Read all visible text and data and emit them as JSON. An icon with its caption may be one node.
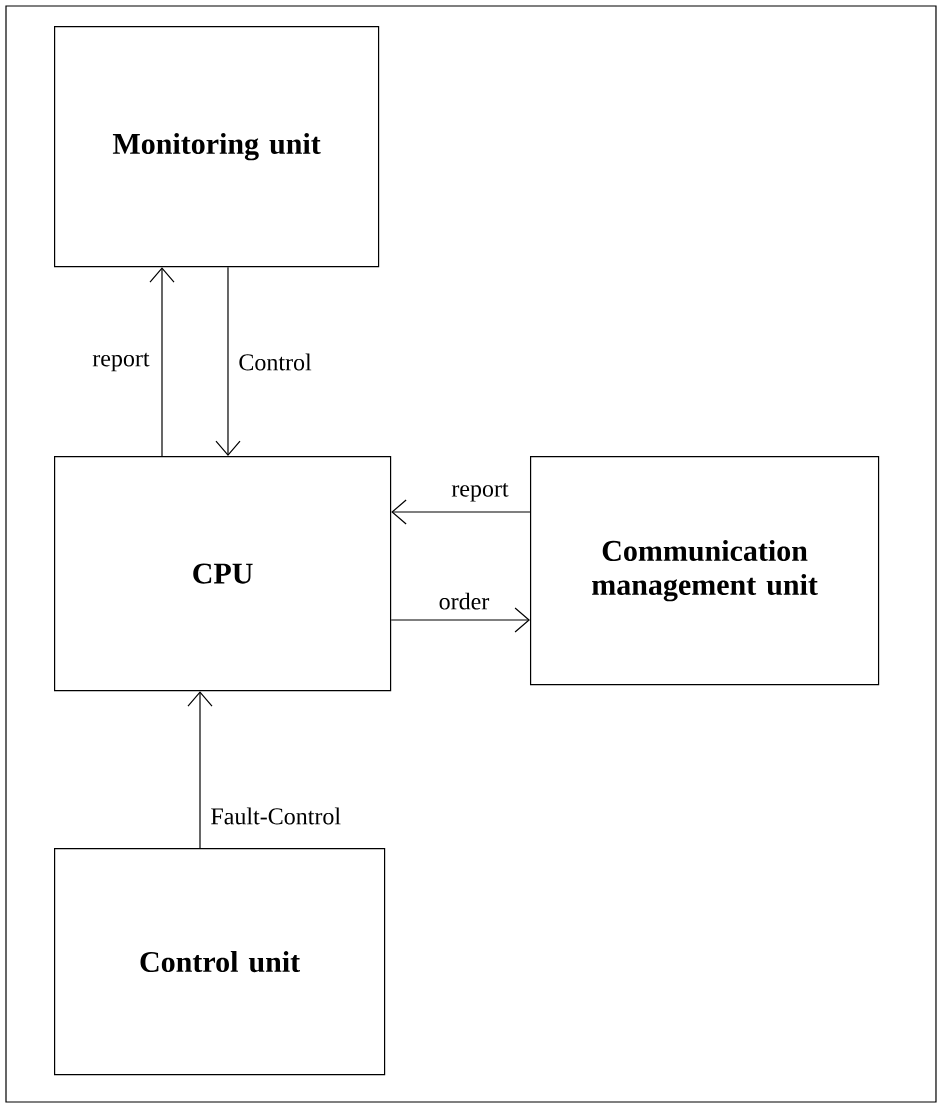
{
  "diagram": {
    "nodes": [
      {
        "text": [
          "Monitoring unit"
        ]
      },
      {
        "text": [
          "CPU"
        ]
      },
      {
        "text": [
          "Communication management unit"
        ]
      },
      {
        "text": [
          "Control unit"
        ]
      }
    ],
    "edges": [
      {
        "from": 1,
        "to": 0,
        "arrow": "to",
        "label": "report"
      },
      {
        "from": 0,
        "to": 1,
        "arrow": "to",
        "label": "Control"
      },
      {
        "from": 2,
        "to": 1,
        "arrow": "to",
        "label": "report"
      },
      {
        "from": 1,
        "to": 2,
        "arrow": "to",
        "label": "order"
      },
      {
        "from": 3,
        "to": 1,
        "arrow": "to",
        "label": "Fault-Control"
      }
    ]
  }
}
